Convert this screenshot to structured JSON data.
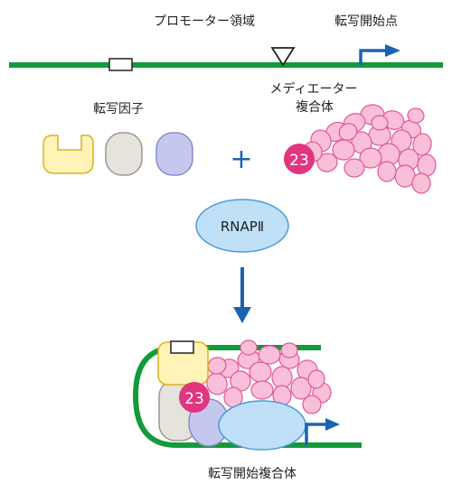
{
  "labels": {
    "promoter_region": "プロモーター領域",
    "tss": "転写開始点",
    "mediator_line1": "メディエーター",
    "mediator_line2": "複合体",
    "transcription_factor": "転写因子",
    "plus": "+",
    "rnap": "RNAPⅡ",
    "subunit_23": "23",
    "complex_label": "転写開始複合体"
  },
  "colors": {
    "dna_green": "#139a3a",
    "arrow_blue": "#1a63b0",
    "tf_yellow_fill": "#fff3b8",
    "tf_yellow_stroke": "#e0b020",
    "tf_gray_fill": "#e6e2dc",
    "tf_gray_stroke": "#9c968e",
    "tf_lavender_fill": "#c5c7ee",
    "tf_lavender_stroke": "#8a8cc8",
    "mediator_pink_fill": "#f9bfd8",
    "mediator_pink_stroke": "#e0569b",
    "subunit_magenta": "#e0357f",
    "rnap_fill": "#bfe0f7",
    "rnap_stroke": "#4b9bd6"
  },
  "icons": {
    "tss_arrow": "bent-arrow-icon",
    "promoter_marker": "triangle-down-icon",
    "down_arrow": "arrow-down-icon"
  }
}
